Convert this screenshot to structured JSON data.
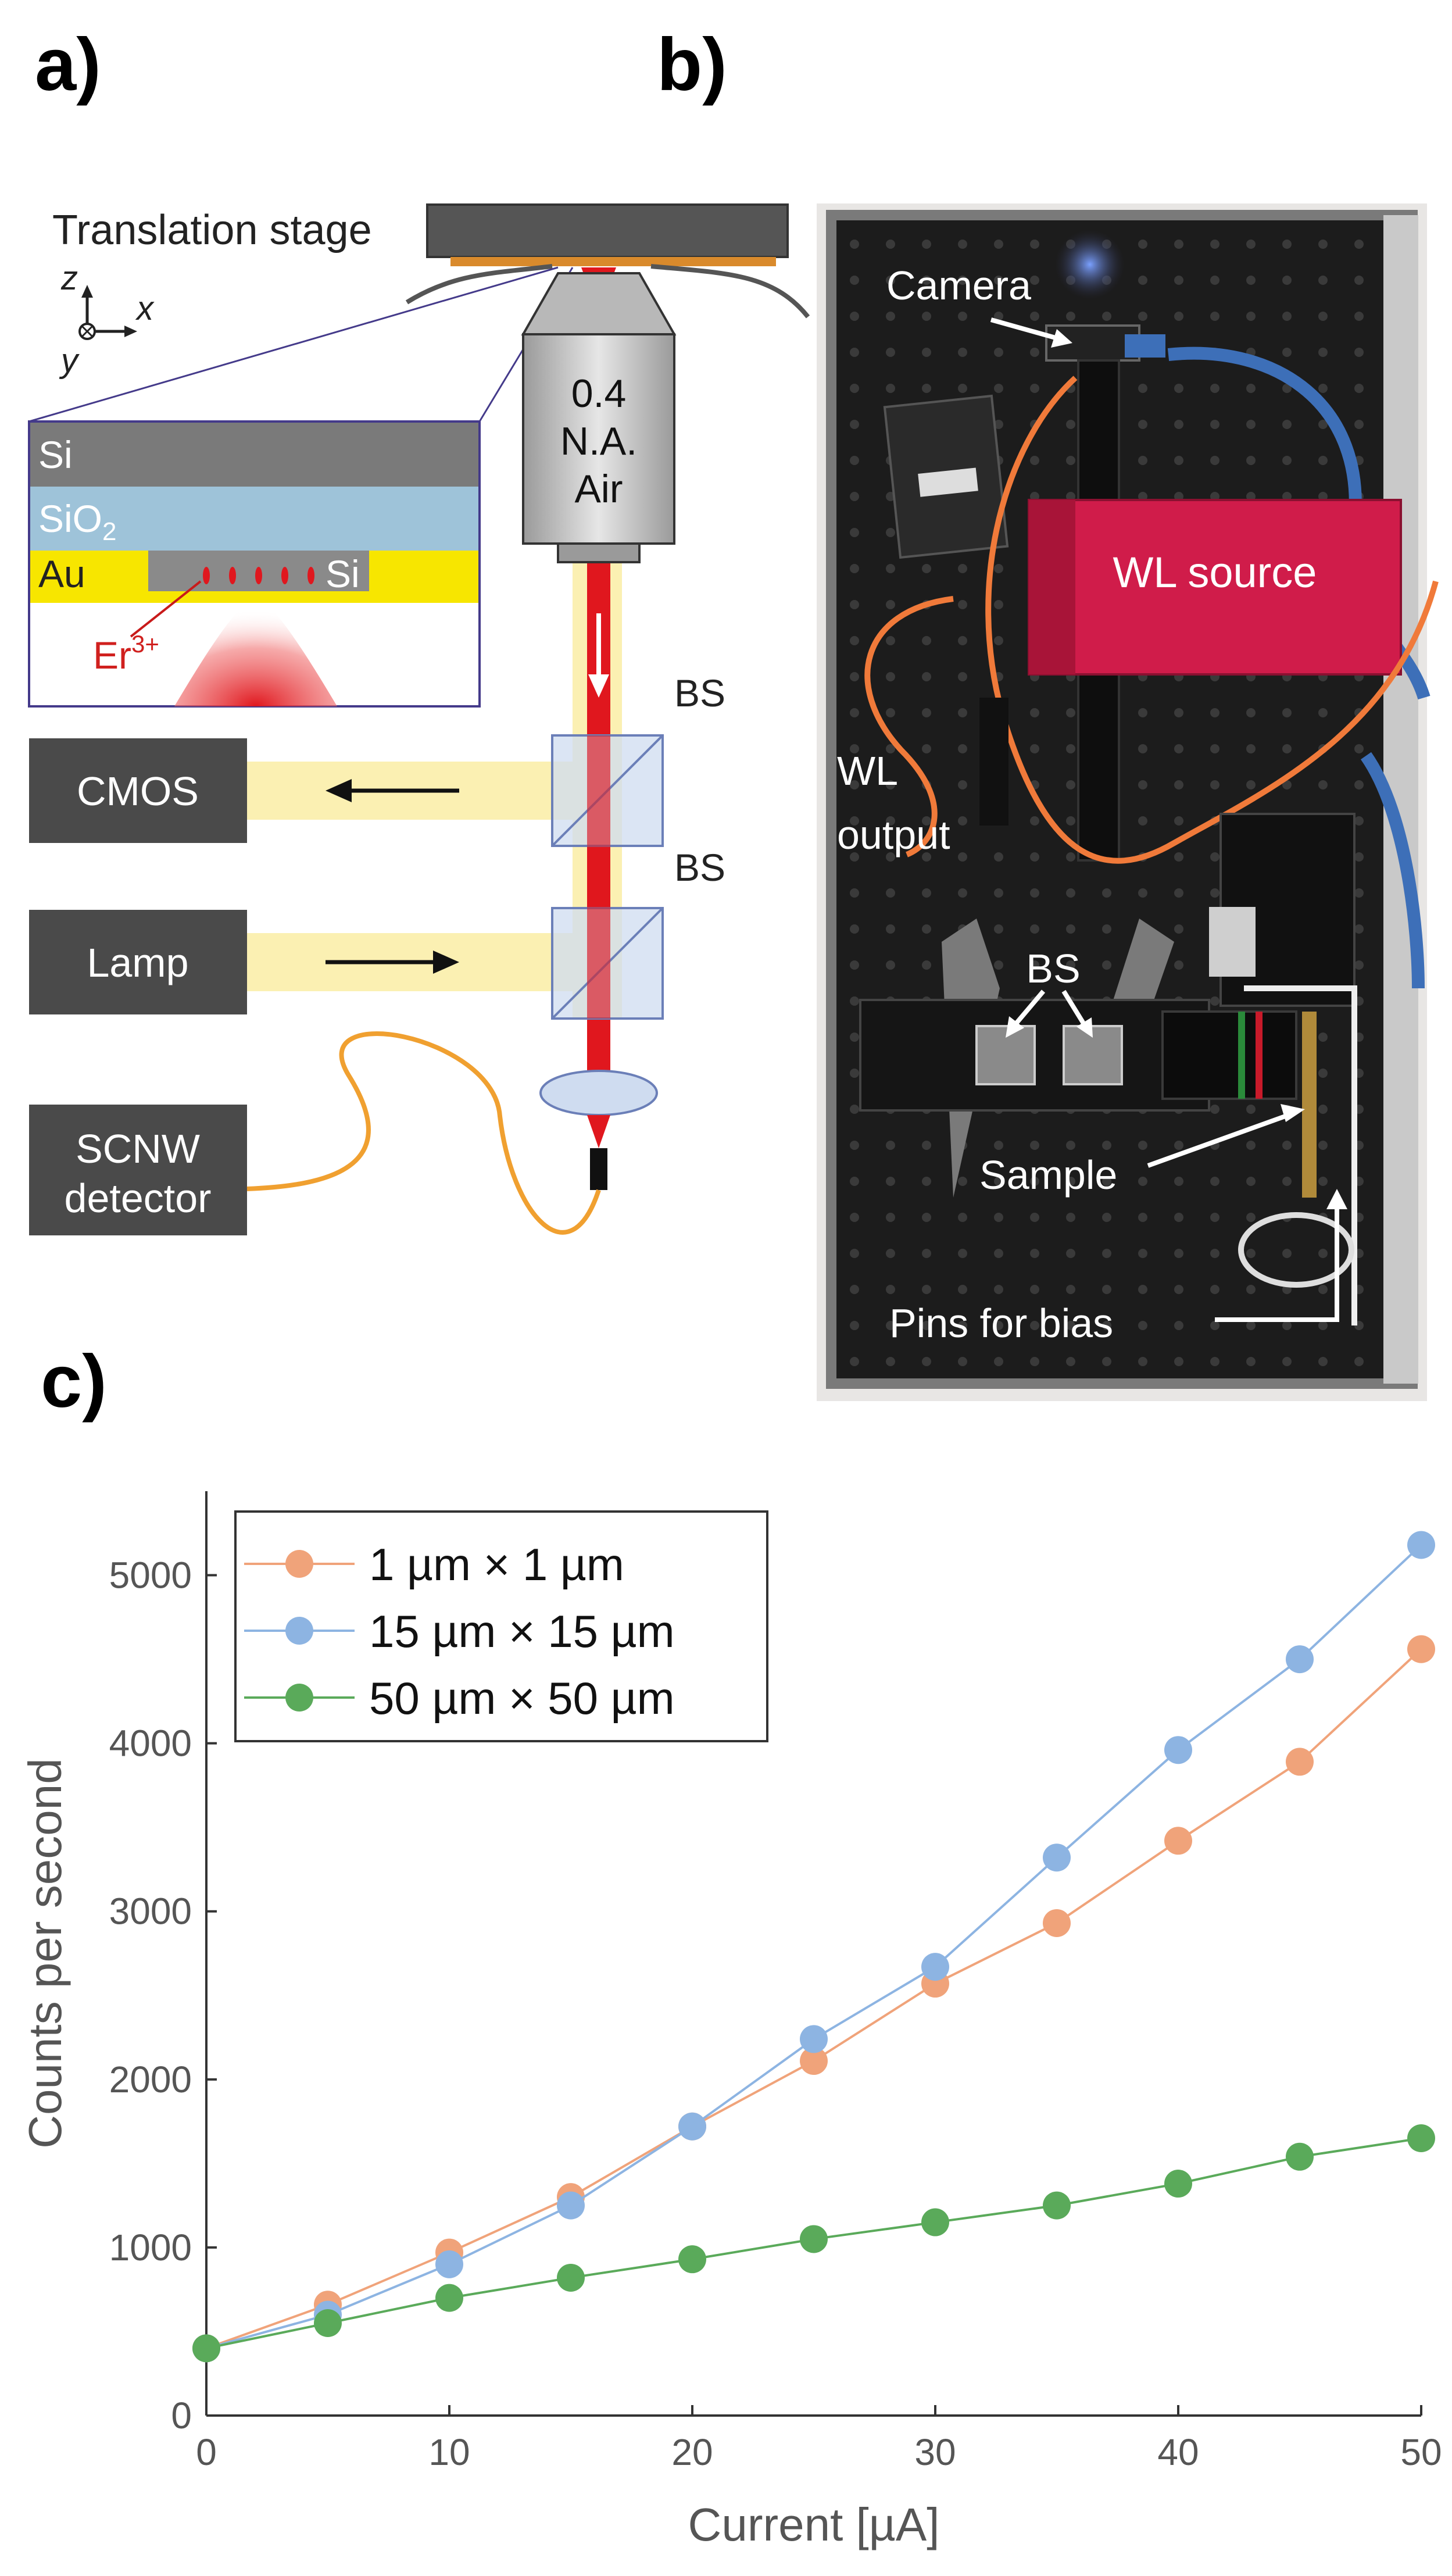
{
  "panel_labels": {
    "a": "a)",
    "b": "b)",
    "c": "c)"
  },
  "panel_a": {
    "translation_stage": "Translation stage",
    "axes": {
      "z": "z",
      "x": "x",
      "y": "y"
    },
    "objective": {
      "line1": "0.4",
      "line2": "N.A.",
      "line3": "Air"
    },
    "layers": {
      "si_top": "Si",
      "sio2": "SiO",
      "sio2_sub": "2",
      "au": "Au",
      "si_inner": "Si",
      "er": "Er",
      "er_sup": "3+"
    },
    "bs1": "BS",
    "bs2": "BS",
    "cmos": "CMOS",
    "lamp": "Lamp",
    "detector_line1": "SCNW",
    "detector_line2": "detector",
    "colors": {
      "laser": "#e0171e",
      "lamp_beam": "#fbf0b2",
      "box": "#4a4a4a",
      "gold": "#f7e600",
      "sio2": "#9ec3d9",
      "si": "#7a7a7a",
      "fiber": "#f0a030"
    }
  },
  "panel_b": {
    "camera": "Camera",
    "wl_source": "WL source",
    "wl_output_line1": "WL",
    "wl_output_line2": "output",
    "bs": "BS",
    "sample": "Sample",
    "pins": "Pins for bias"
  },
  "chart_data": {
    "type": "line",
    "xlabel": "Current [µA]",
    "ylabel": "Counts per second",
    "xlim": [
      0,
      50
    ],
    "ylim": [
      0,
      5500
    ],
    "xticks": [
      "0",
      "10",
      "20",
      "30",
      "40",
      "50"
    ],
    "yticks": [
      "0",
      "1000",
      "2000",
      "3000",
      "4000",
      "5000"
    ],
    "legend_position": "top-left",
    "x": [
      0,
      5,
      10,
      15,
      20,
      25,
      30,
      35,
      40,
      45,
      50
    ],
    "series": [
      {
        "name": "1 µm × 1 µm",
        "color": "#f0a37a",
        "values": [
          400,
          660,
          970,
          1300,
          1720,
          2110,
          2570,
          2930,
          3420,
          3890,
          4560
        ]
      },
      {
        "name": "15 µm × 15 µm",
        "color": "#8db4e2",
        "values": [
          400,
          600,
          900,
          1250,
          1720,
          2240,
          2670,
          3320,
          3960,
          4500,
          5180
        ]
      },
      {
        "name": "50 µm × 50 µm",
        "color": "#5aaa5a",
        "values": [
          400,
          550,
          700,
          820,
          930,
          1050,
          1150,
          1250,
          1380,
          1540,
          1650
        ]
      }
    ]
  }
}
